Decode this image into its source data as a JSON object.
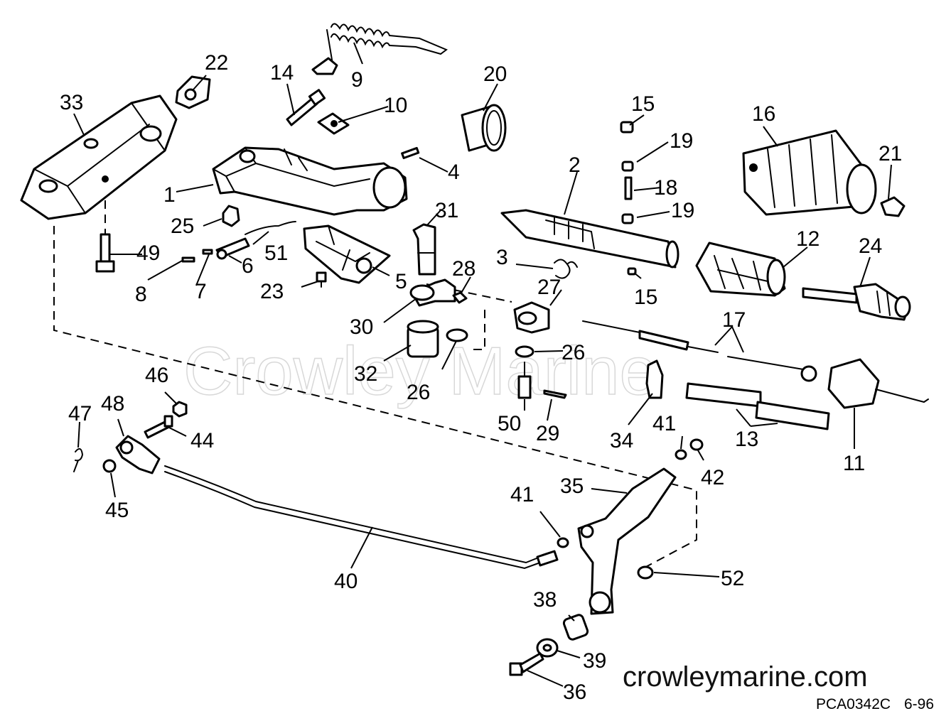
{
  "watermark": "Crowley Marine",
  "website": "crowleymarine.com",
  "drawing_code": "PCA0342C",
  "drawing_date": "6-96",
  "callouts": {
    "c1": "1",
    "c2": "2",
    "c3": "3",
    "c4": "4",
    "c5": "5",
    "c6": "6",
    "c7": "7",
    "c8": "8",
    "c9": "9",
    "c10": "10",
    "c11": "11",
    "c12": "12",
    "c13": "13",
    "c14": "14",
    "c15a": "15",
    "c15b": "15",
    "c16": "16",
    "c17": "17",
    "c18": "18",
    "c19a": "19",
    "c19b": "19",
    "c20": "20",
    "c21": "21",
    "c22": "22",
    "c23": "23",
    "c24": "24",
    "c25": "25",
    "c26a": "26",
    "c26b": "26",
    "c27": "27",
    "c28": "28",
    "c29": "29",
    "c30": "30",
    "c31": "31",
    "c32": "32",
    "c33": "33",
    "c34": "34",
    "c35": "35",
    "c36": "36",
    "c38": "38",
    "c39": "39",
    "c40": "40",
    "c41a": "41",
    "c41b": "41",
    "c42": "42",
    "c44": "44",
    "c45": "45",
    "c46": "46",
    "c47": "47",
    "c48": "48",
    "c49": "49",
    "c50": "50",
    "c51": "51",
    "c52": "52"
  }
}
